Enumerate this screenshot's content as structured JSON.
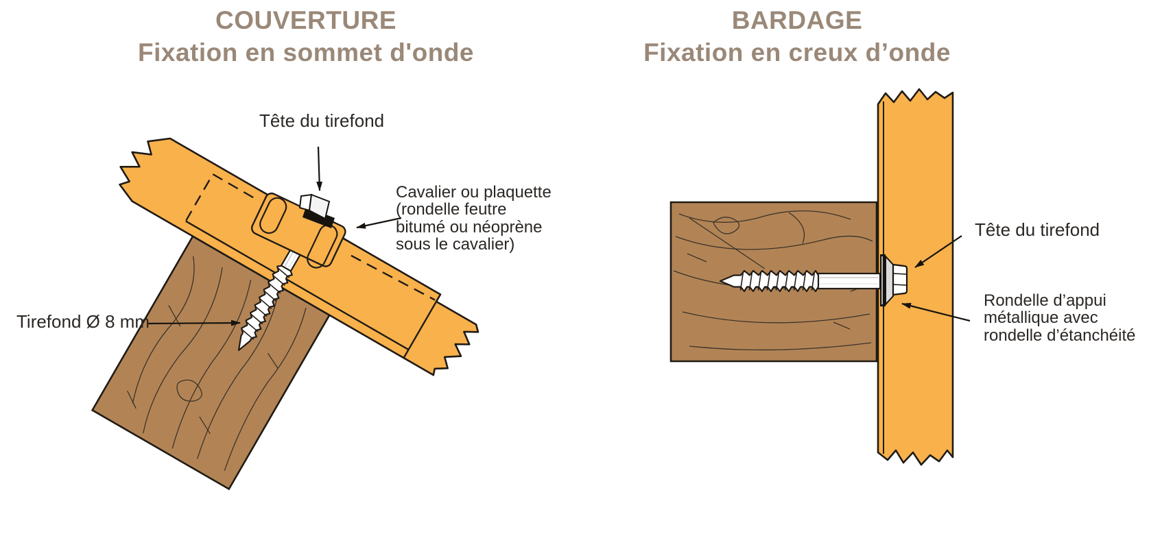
{
  "left": {
    "title1": "COUVERTURE",
    "title2": "Fixation en sommet d'onde",
    "label_head": "Tête du tirefond",
    "label_saddle_lines": [
      "Cavalier ou plaquette",
      "(rondelle feutre",
      "bitumé ou néoprène",
      "sous le cavalier)"
    ],
    "label_screw": "Tirefond Ø 8 mm"
  },
  "right": {
    "title1": "BARDAGE",
    "title2": "Fixation en creux d’onde",
    "label_head": "Tête du tirefond",
    "label_washer_lines": [
      "Rondelle d’appui",
      "métallique avec",
      "rondelle d’étanchéité"
    ]
  },
  "colors": {
    "sheet_orange": "#F8B14B",
    "wood_brown": "#B28455",
    "outline": "#1F1B16",
    "title_taupe": "#9A8878",
    "label_text": "#2B2724"
  }
}
